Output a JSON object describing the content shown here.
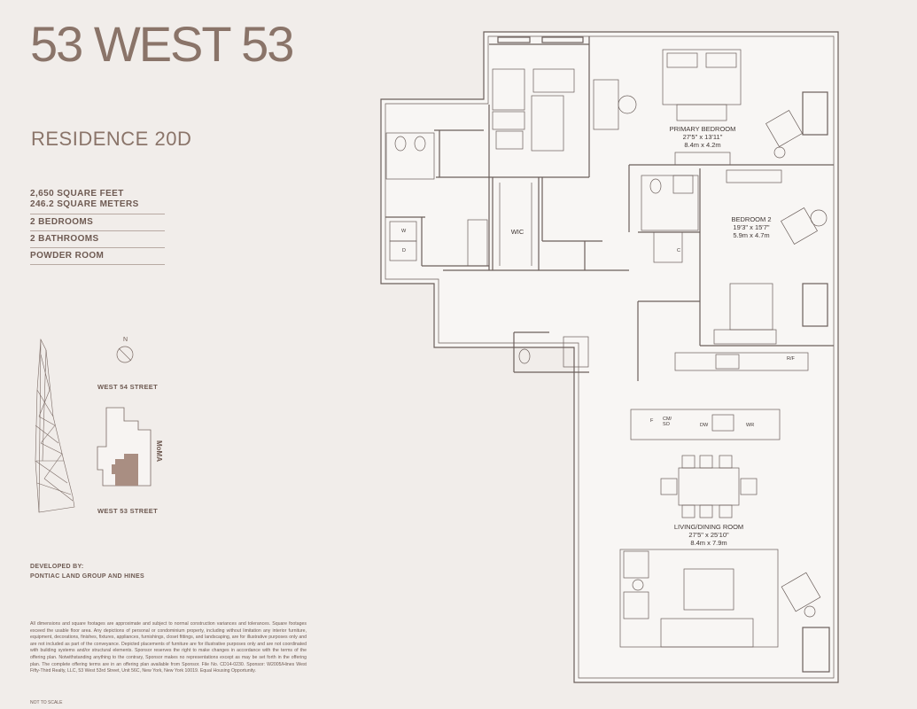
{
  "header": {
    "brand": "53 WEST 53",
    "residence": "RESIDENCE 20D"
  },
  "specs": [
    "2,650 SQUARE FEET",
    "246.2 SQUARE METERS",
    "2 BEDROOMS",
    "2 BATHROOMS",
    "POWDER ROOM"
  ],
  "locator": {
    "north": "N",
    "street_top": "WEST 54 STREET",
    "street_bottom": "WEST 53 STREET",
    "neighbor": "MoMA"
  },
  "developer": {
    "line1": "DEVELOPED BY:",
    "line2": "PONTIAC LAND GROUP AND HINES"
  },
  "disclaimer": "All dimensions and square footages are approximate and subject to normal construction variances and tolerances. Square footages exceed the usable floor area. Any depictions of personal or condominium property, including without limitation any interior furniture, equipment, decorations, finishes, fixtures, appliances, furnishings, closet fittings, and landscaping, are for illustrative purposes only and are not included as part of the conveyance. Depicted placements of furniture are for illustrative purposes only and are not coordinated with building systems and/or structural elements. Sponsor reserves the right to make changes in accordance with the terms of the offering plan. Notwithstanding anything to the contrary, Sponsor makes no representations except as may be set forth in the offering plan. The complete offering terms are in an offering plan available from Sponsor. File No. CD14-0230. Sponsor: W2005/Hines West Fifty-Third Realty, LLC, 53 West 53rd Street, Unit 56C, New York, New York 10019. Equal Housing Opportunity.",
  "not_to_scale": "NOT TO SCALE",
  "rooms": {
    "primary_bedroom": {
      "name": "PRIMARY BEDROOM",
      "imperial": "27'5\" x 13'11\"",
      "metric": "8.4m x 4.2m"
    },
    "bedroom2": {
      "name": "BEDROOM 2",
      "imperial": "19'3\" x 15'7\"",
      "metric": "5.9m x 4.7m"
    },
    "living": {
      "name": "LIVING/DINING ROOM",
      "imperial": "27'5\" x 25'10\"",
      "metric": "8.4m x 7.9m"
    },
    "wic": "WIC"
  },
  "fixtures": {
    "washer": "W",
    "dryer": "D",
    "refrigerator": "R/F",
    "freezer": "F",
    "cm_so": "CM/ SO",
    "dishwasher": "DW",
    "wine": "WR",
    "closet": "C"
  },
  "colors": {
    "background": "#f1edea",
    "brand": "#8a7469",
    "text": "#6e5a52",
    "plan_line": "#6b5f5b",
    "site_fill": "#a98e82"
  }
}
